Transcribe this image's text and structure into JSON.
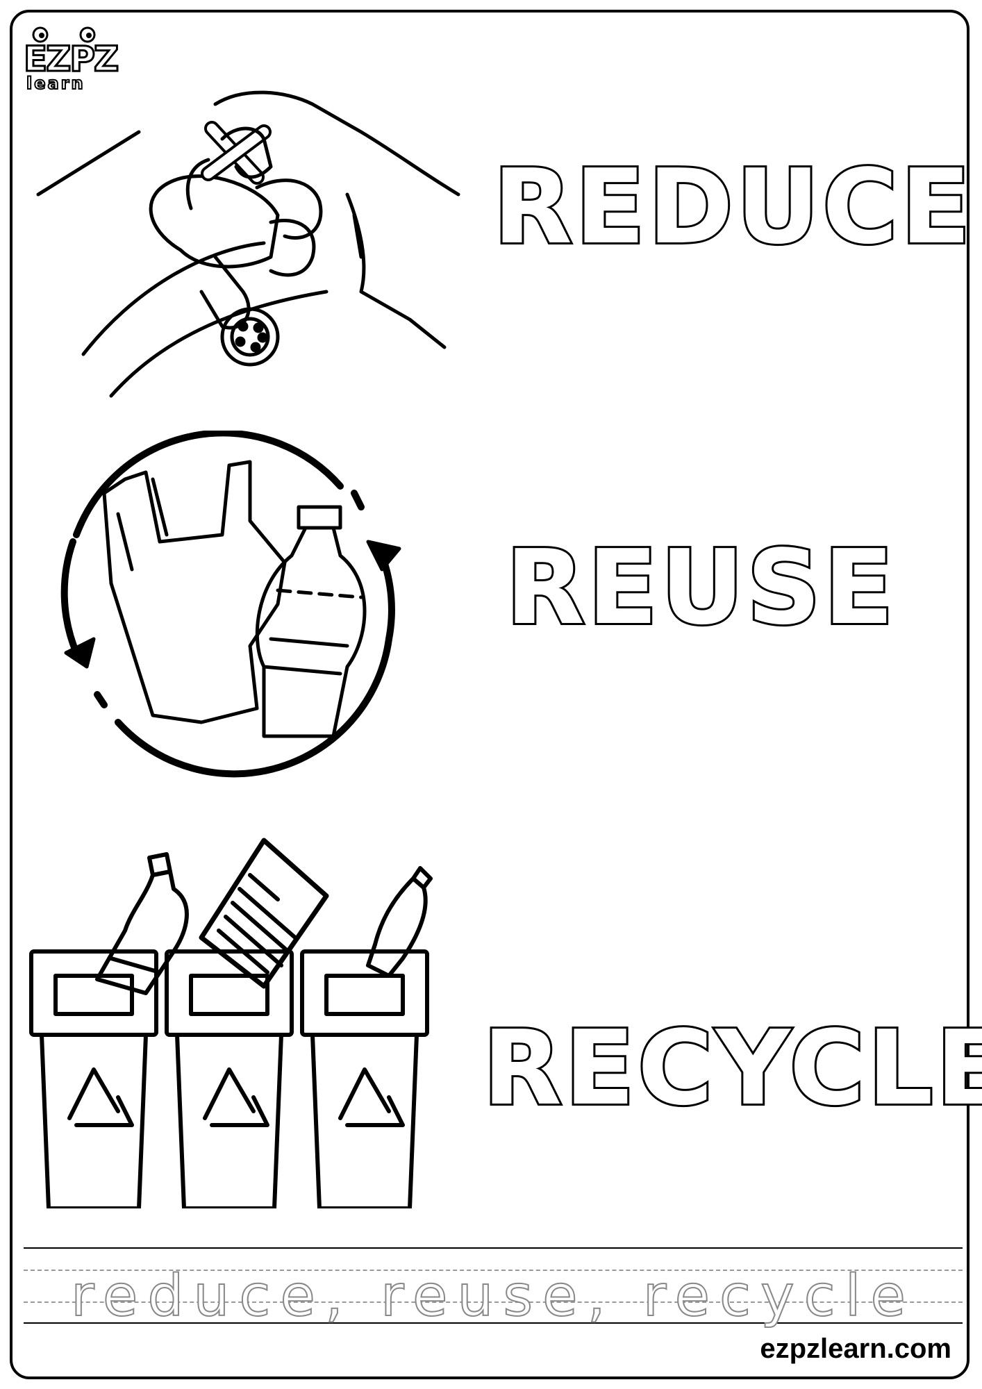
{
  "logo": {
    "top": "EZPZ",
    "bottom": "learn"
  },
  "words": {
    "reduce": "REDUCE",
    "reuse": "REUSE",
    "recycle": "RECYCLE"
  },
  "tracing": {
    "text": "reduce, reuse, recycle"
  },
  "footer": {
    "site": "ezpzlearn.com"
  },
  "icons": {
    "reduce": "faucet-hand-icon",
    "reuse": "bag-bottle-cycle-icon",
    "recycle": "recycle-bins-icon"
  },
  "colors": {
    "ink": "#000000",
    "paper": "#ffffff",
    "trace": "#888888"
  }
}
